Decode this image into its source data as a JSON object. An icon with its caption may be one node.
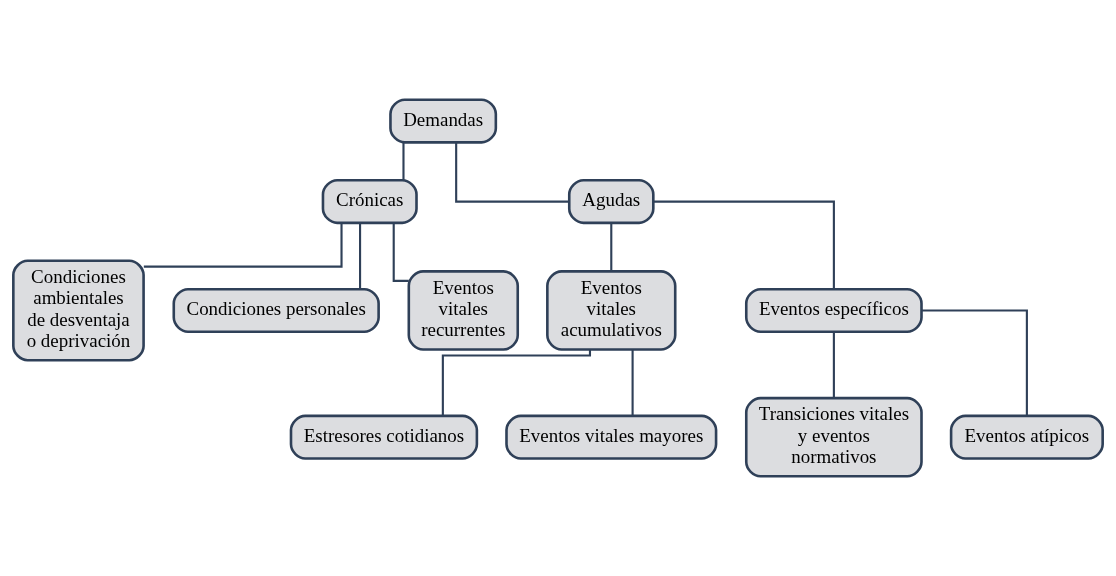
{
  "diagram": {
    "nodes": [
      {
        "text": [
          "Demandas"
        ]
      },
      {
        "text": [
          "Crónicas"
        ]
      },
      {
        "text": [
          "Agudas"
        ]
      },
      {
        "text": [
          "Condiciones ambientales de desventaja o deprivación"
        ]
      },
      {
        "text": [
          "Condiciones personales"
        ]
      },
      {
        "text": [
          "Eventos vitales recurrentes"
        ]
      },
      {
        "text": [
          "Eventos vitales acumulativos"
        ]
      },
      {
        "text": [
          "Eventos específicos"
        ]
      },
      {
        "text": [
          "Estresores cotidianos"
        ]
      },
      {
        "text": [
          "Eventos vitales mayores"
        ]
      },
      {
        "text": [
          "Transiciones vitales y eventos normativos"
        ]
      },
      {
        "text": [
          "Eventos atípicos"
        ]
      }
    ],
    "edges": [
      {
        "from": 0,
        "to": 1,
        "arrow": "none"
      },
      {
        "from": 0,
        "to": 2,
        "arrow": "none"
      },
      {
        "from": 1,
        "to": 3,
        "arrow": "none"
      },
      {
        "from": 1,
        "to": 4,
        "arrow": "none"
      },
      {
        "from": 1,
        "to": 5,
        "arrow": "none"
      },
      {
        "from": 2,
        "to": 6,
        "arrow": "none"
      },
      {
        "from": 2,
        "to": 7,
        "arrow": "none"
      },
      {
        "from": 6,
        "to": 8,
        "arrow": "none"
      },
      {
        "from": 6,
        "to": 9,
        "arrow": "none"
      },
      {
        "from": 7,
        "to": 10,
        "arrow": "none"
      },
      {
        "from": 7,
        "to": 11,
        "arrow": "none"
      }
    ]
  }
}
